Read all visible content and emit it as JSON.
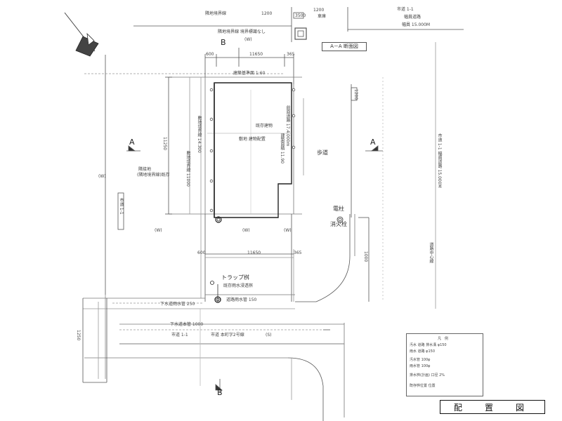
{
  "title": "配　置　図",
  "section_label": "A－A 断面図",
  "markers": {
    "b": "B",
    "a": "A"
  },
  "road_top": {
    "name": "隣地境界線",
    "sub": "隣地境界線 境界標識なし",
    "width_label": "1200",
    "width_label2": "1200",
    "house_label": "車庫",
    "code": "3500",
    "road_tag": "市道 1-1",
    "road_type": "幅員道路",
    "road_width": "幅員 15.000M",
    "paren": "(W)"
  },
  "dims_top": {
    "left": "600",
    "mid": "11650",
    "right": "365"
  },
  "dims_bottom": {
    "left": "600",
    "mid": "11650",
    "right": "365"
  },
  "building": {
    "eave_label": "建築基準面 1:60",
    "label1": "既存建物",
    "label2": "敷地 建物配置",
    "inner_v": "建築面積 11.90",
    "inner_v2": "前面道路 17.4.000m",
    "height_v": "敷地境界線 14.300",
    "width_v": "敷地境界線 11000"
  },
  "left_side": {
    "plot": "隣接地",
    "plot2": "(隣地境界線)既存",
    "paren": "(W)",
    "vert_dim": "11250",
    "road_name": "市道 1-1",
    "circle_a": "(W)",
    "circle_b": "(W)",
    "circle_c": "(W)",
    "bottom_dim": "1250"
  },
  "right_side": {
    "walk": "歩道",
    "pole": "電柱",
    "hydrant": "消火栓",
    "road": "市道 1-1 幅員道路 15.000M",
    "curb": "道路中心線",
    "dim": "1200",
    "dim2": "1000"
  },
  "bottom": {
    "trap": "トラップ桝",
    "trap2": "既存雨水浸透桝",
    "sewer": "道路雨水管 150",
    "sewer2": "下水道雨水管 250",
    "sewer3": "下水道本管 1000",
    "road": "市道 1-1",
    "road2": "市道 本町字2号線",
    "paren": "(S)"
  },
  "legend": {
    "head": "凡　例",
    "r1": "汚水 道路 排水溝 φ150",
    "r2": "雨水 道路 φ150",
    "r3": "汚水管 100φ",
    "r4": "雨水管 100φ",
    "r5": "排水桝(計画) 口径 2%",
    "r6": "既存桝位置 位置"
  }
}
